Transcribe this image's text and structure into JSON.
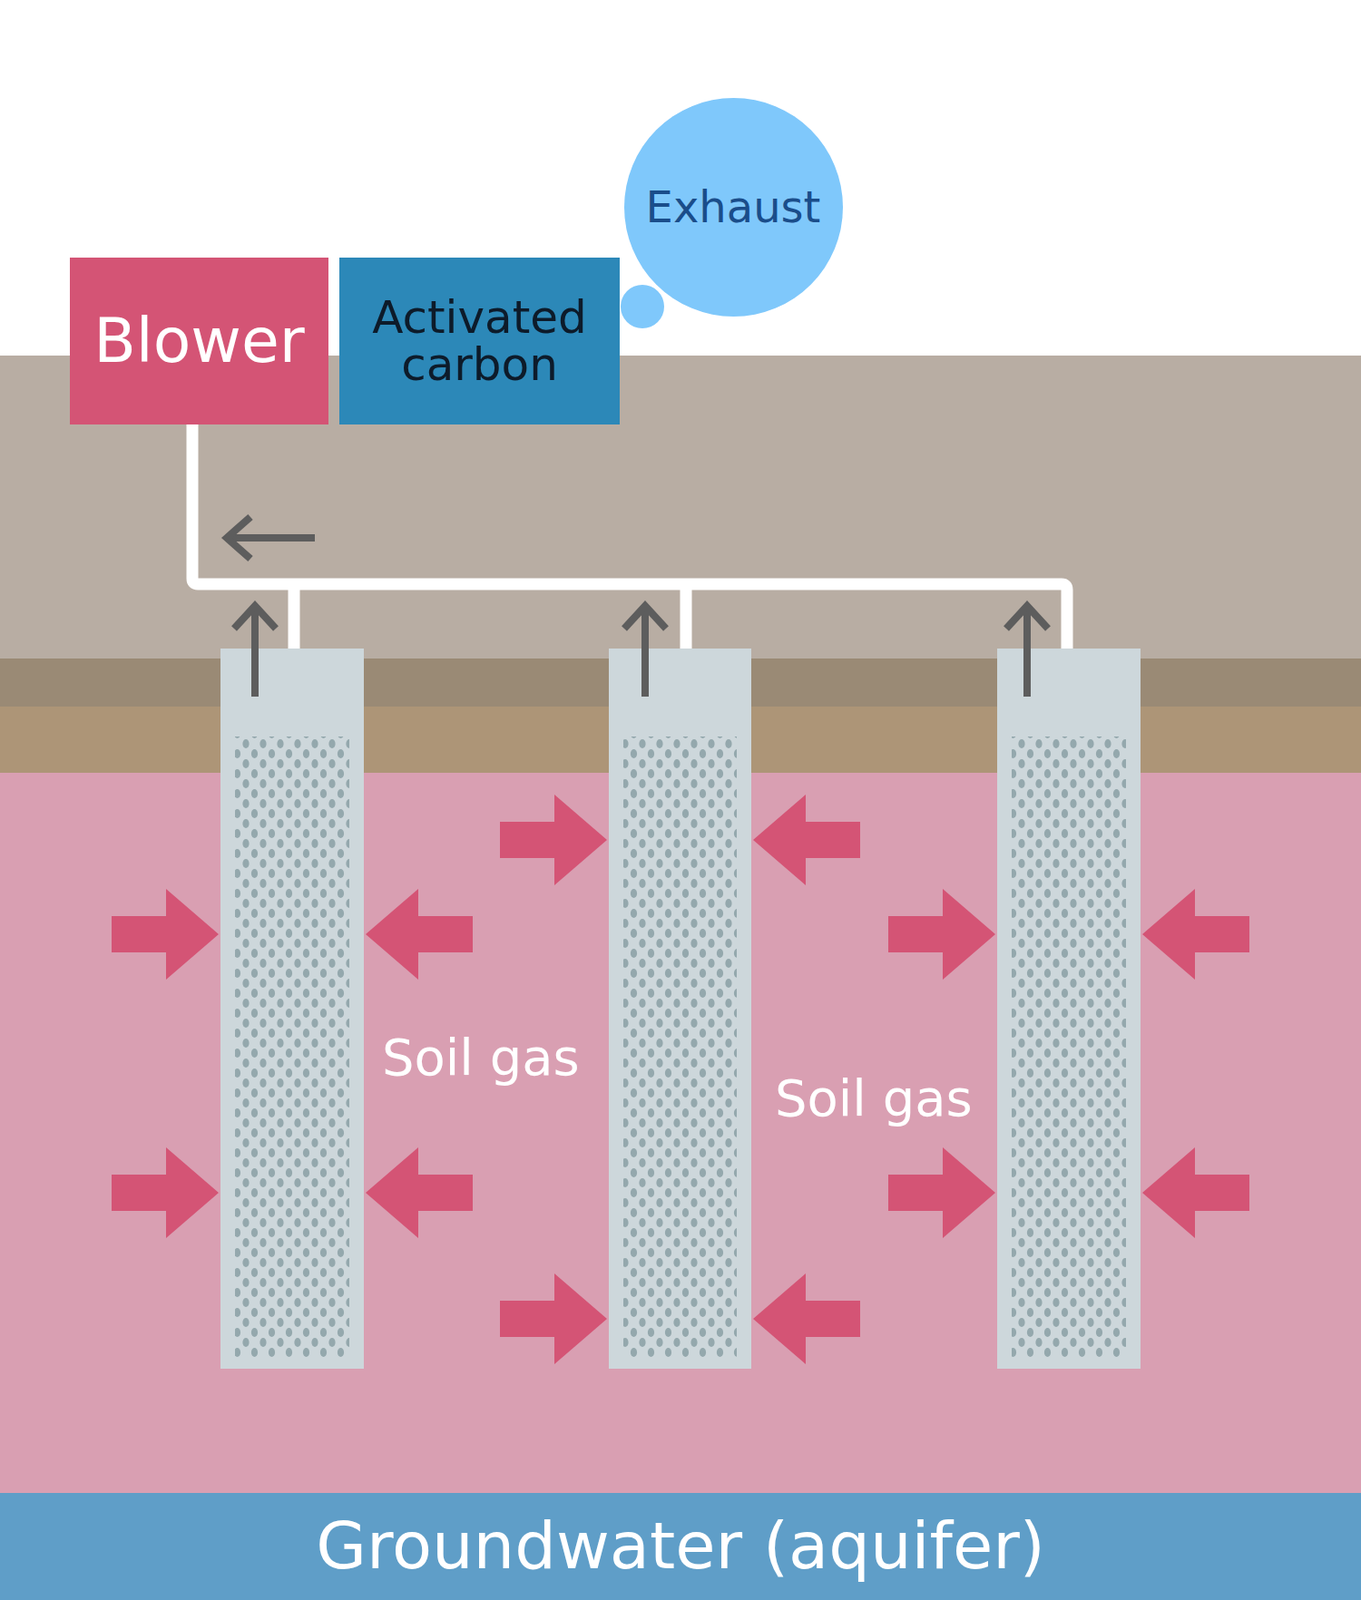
{
  "diagram": {
    "nodes": [
      {
        "text": [
          "Blower"
        ]
      },
      {
        "text": [
          "Activated carbon"
        ]
      },
      {
        "text": [
          "Exhaust"
        ]
      },
      {
        "text": [
          "Groundwater (aquifer)"
        ]
      }
    ],
    "labels": [
      "Soil gas",
      "Soil gas"
    ]
  }
}
